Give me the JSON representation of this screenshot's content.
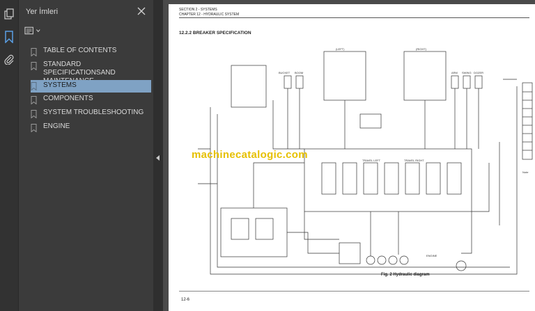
{
  "sidebar": {
    "title": "Yer İmleri",
    "bookmarks": [
      {
        "label": "TABLE OF CONTENTS"
      },
      {
        "label": "STANDARD SPECIFICATIONSAND MAINTENANCE"
      },
      {
        "label": "SYSTEMS",
        "selected": true
      },
      {
        "label": "COMPONENTS"
      },
      {
        "label": "SYSTEM TROUBLESHOOTING"
      },
      {
        "label": "ENGINE"
      }
    ]
  },
  "rail_icons": [
    "pages-icon",
    "bookmark-icon",
    "attachment-icon"
  ],
  "document": {
    "section_header": "SECTION 2 - SYSTEMS",
    "chapter_header": "CHAPTER 12 - HYDRAULIC SYSTEM",
    "section_title": "12.2.2 BREAKER SPECIFICATION",
    "watermark": "machinecatalogic.com",
    "figure_caption": "Fig. 2  Hydraulic diagram",
    "page_number": "12-6",
    "diagram_labels": [
      "(LEFT)",
      "(RIGHT)",
      "BUCKET",
      "BOOM",
      "ARM",
      "SWING",
      "DOZER",
      "TRAVEL LEFT",
      "TRAVEL RIGHT",
      "ENGINE",
      "Note"
    ]
  },
  "colors": {
    "selected": "#7fa2c4",
    "watermark": "#e6c000"
  }
}
